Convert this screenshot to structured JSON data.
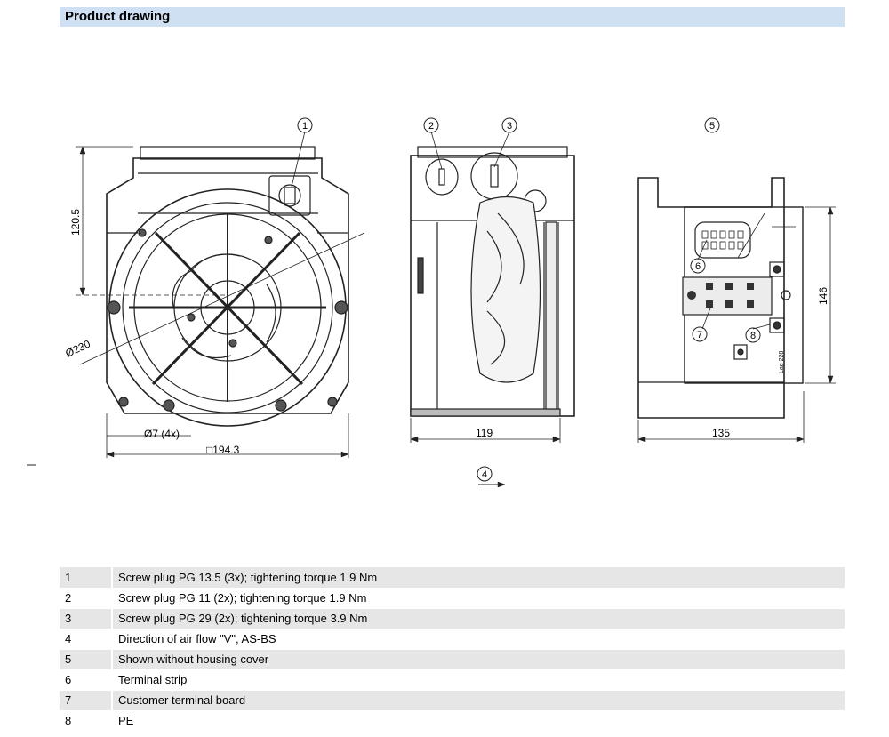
{
  "header": {
    "title": "Product drawing"
  },
  "dimensions": {
    "height_120_5": "120.5",
    "dia_230": "Ø230",
    "holes": "Ø7 (4x)",
    "square": "□194.3",
    "width_119": "119",
    "width_135": "135",
    "height_146": "146"
  },
  "callouts": [
    "1",
    "2",
    "3",
    "4",
    "5",
    "6",
    "7",
    "8"
  ],
  "terminal_label": "Lag 228",
  "legend": [
    {
      "num": "1",
      "text": "Screw plug PG 13.5 (3x); tightening torque 1.9 Nm"
    },
    {
      "num": "2",
      "text": "Screw plug PG 11 (2x); tightening torque 1.9 Nm"
    },
    {
      "num": "3",
      "text": "Screw plug PG 29 (2x); tightening torque 3.9 Nm"
    },
    {
      "num": "4",
      "text": "Direction of air flow \"V\", AS-BS"
    },
    {
      "num": "5",
      "text": "Shown without housing cover"
    },
    {
      "num": "6",
      "text": "Terminal strip"
    },
    {
      "num": "7",
      "text": "Customer terminal board"
    },
    {
      "num": "8",
      "text": "PE"
    }
  ]
}
